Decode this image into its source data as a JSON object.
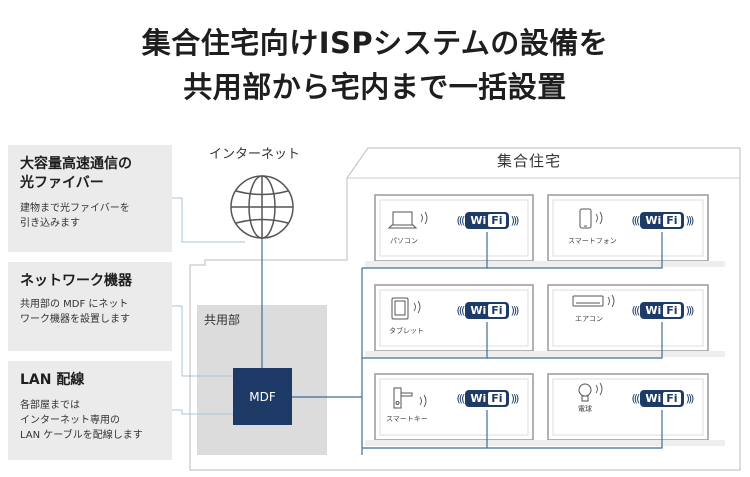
{
  "title": {
    "line1": "集合住宅向けISPシステムの設備を",
    "line2": "共用部から宅内まで一括設置"
  },
  "info_boxes": [
    {
      "heading_line1": "大容量高速通信の",
      "heading_line2": "光ファイバー",
      "desc_line1": "建物まで光ファイバーを",
      "desc_line2": "引き込みます",
      "desc_line3": ""
    },
    {
      "heading_line1": "ネットワーク機器",
      "heading_line2": "",
      "desc_line1": "共用部の MDF にネット",
      "desc_line2": "ワーク機器を設置します",
      "desc_line3": ""
    },
    {
      "heading_line1": "LAN 配線",
      "heading_line2": "",
      "desc_line1": "各部屋までは",
      "desc_line2": "インターネット専用の",
      "desc_line3": "LAN ケーブルを配線します"
    }
  ],
  "diagram": {
    "internet_label": "インターネット",
    "building_label": "集合住宅",
    "shared_area_label": "共用部",
    "mdf_label": "MDF",
    "wifi": {
      "wi": "Wi",
      "fi": "Fi"
    },
    "devices": [
      {
        "label": "パソコン",
        "icon": "laptop-icon"
      },
      {
        "label": "スマートフォン",
        "icon": "smartphone-icon"
      },
      {
        "label": "タブレット",
        "icon": "tablet-icon"
      },
      {
        "label": "エアコン",
        "icon": "air-conditioner-icon"
      },
      {
        "label": "スマートキー",
        "icon": "smart-lock-icon"
      },
      {
        "label": "電球",
        "icon": "light-bulb-icon"
      }
    ]
  },
  "colors": {
    "navy": "#1d3b66",
    "panel_gray": "#ebebeb",
    "shared_gray": "#dcdcdc",
    "line_blue": "#3d6e94"
  }
}
